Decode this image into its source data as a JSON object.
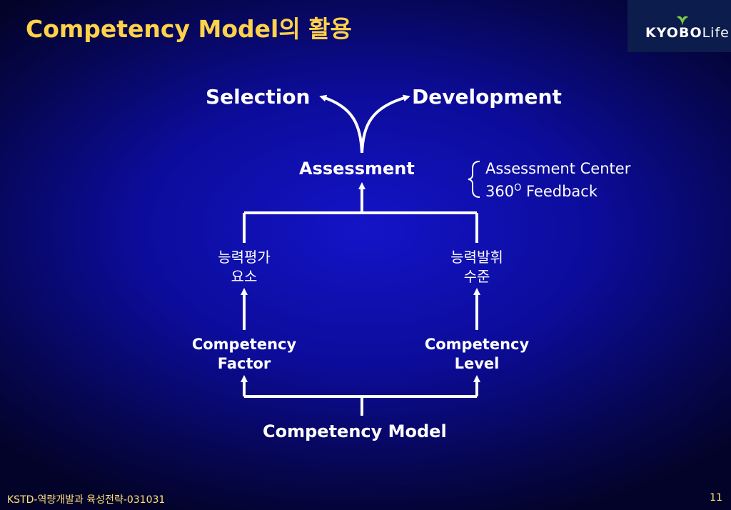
{
  "header": {
    "title": "Competency Model의 활용",
    "logo_bold": "KYOBO",
    "logo_light": "Life"
  },
  "diagram": {
    "top_left": "Selection",
    "top_right": "Development",
    "assessment": "Assessment",
    "assessment_tools": {
      "line1": "Assessment Center",
      "line2_prefix": "360",
      "line2_sup": "O",
      "line2_suffix": " Feedback"
    },
    "left_korean_line1": "능력평가",
    "left_korean_line2": "요소",
    "right_korean_line1": "능력발휘",
    "right_korean_line2": "수준",
    "left_node_line1": "Competency",
    "left_node_line2": "Factor",
    "right_node_line1": "Competency",
    "right_node_line2": "Level",
    "bottom": "Competency Model"
  },
  "footer": {
    "left": "KSTD-역량개발과 육성전략-031031",
    "page_number": "11"
  },
  "colors": {
    "title": "#ffd24a",
    "footer": "#ffe27a",
    "logo_bg": "#0c1c4c",
    "logo_leaf": "#7ac943"
  }
}
